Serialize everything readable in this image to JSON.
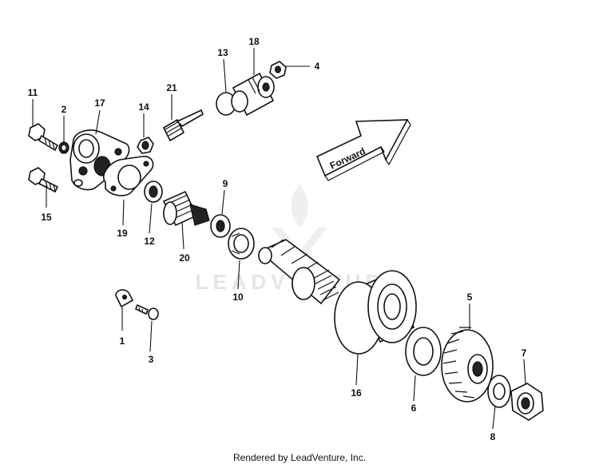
{
  "watermark": {
    "text": "LEADVENTURE"
  },
  "arrow": {
    "label": "Forward"
  },
  "credit": "Rendered by LeadVenture, Inc.",
  "callouts": {
    "c1": "1",
    "c2": "2",
    "c3": "3",
    "c4": "4",
    "c5": "5",
    "c6": "6",
    "c7": "7",
    "c8": "8",
    "c9": "9",
    "c10": "10",
    "c11": "11",
    "c12": "12",
    "c13": "13",
    "c14": "14",
    "c15": "15",
    "c16": "16",
    "c17": "17",
    "c18": "18",
    "c19": "19",
    "c20": "20",
    "c21": "21"
  }
}
